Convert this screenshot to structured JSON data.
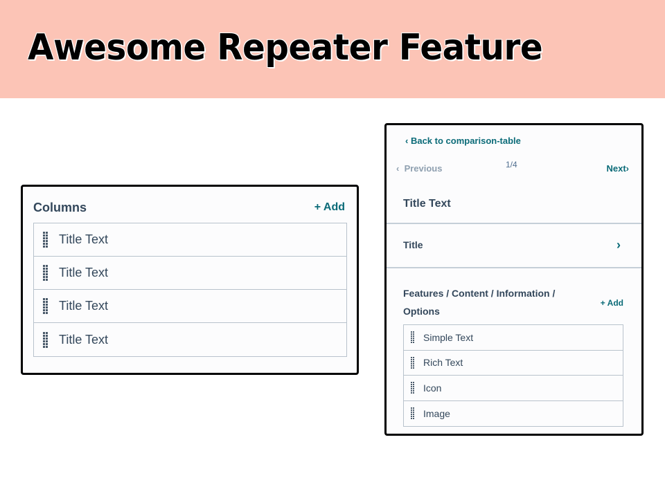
{
  "banner": {
    "title": "Awesome Repeater Feature",
    "background": "#fcc4b6"
  },
  "columns_panel": {
    "title": "Columns",
    "add_label": "+ Add",
    "items": [
      {
        "label": "Title Text"
      },
      {
        "label": "Title Text"
      },
      {
        "label": "Title Text"
      },
      {
        "label": "Title Text"
      }
    ]
  },
  "detail_panel": {
    "back_label": "Back to comparison-table",
    "pager": {
      "previous_label": "Previous",
      "page": "1/4",
      "next_label": "Next"
    },
    "section_title": "Title Text",
    "title_field": {
      "label": "Title"
    },
    "features": {
      "title": "Features / Content / Information / Options",
      "add_label": "+ Add",
      "items": [
        {
          "label": "Simple Text"
        },
        {
          "label": "Rich Text"
        },
        {
          "label": "Icon"
        },
        {
          "label": "Image"
        }
      ]
    }
  },
  "colors": {
    "accent": "#0b6b78",
    "text": "#33475b",
    "muted": "#8fa0b0",
    "border": "#b8c2cc"
  }
}
